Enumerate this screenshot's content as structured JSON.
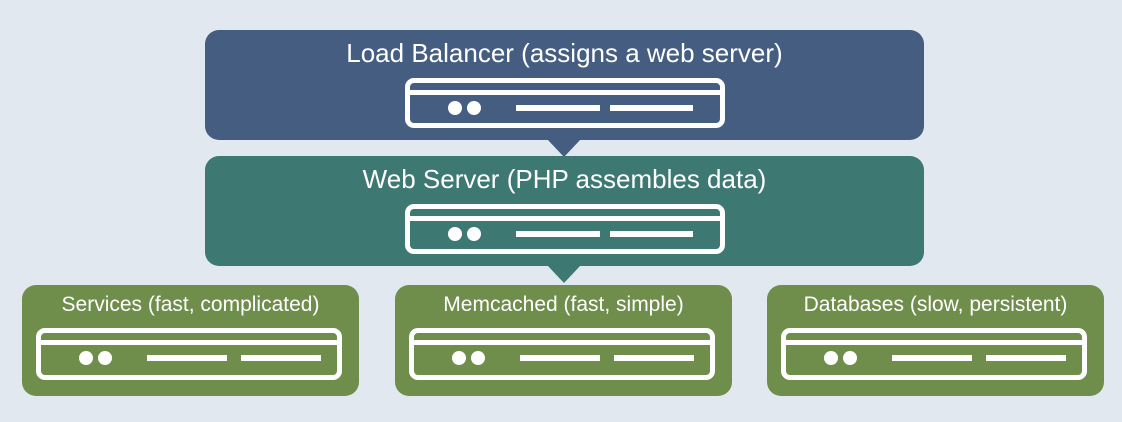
{
  "diagram": {
    "load_balancer": {
      "title": "Load Balancer (assigns a web server)",
      "color": "#445d80",
      "icon": "server-icon"
    },
    "web_server": {
      "title": "Web Server (PHP assembles data)",
      "color": "#3d7873",
      "icon": "server-icon"
    },
    "tiers": [
      {
        "title": "Services (fast, complicated)",
        "color": "#6f8e4c",
        "icon": "server-icon"
      },
      {
        "title": "Memcached (fast, simple)",
        "color": "#6f8e4c",
        "icon": "server-icon"
      },
      {
        "title": "Databases (slow, persistent)",
        "color": "#6f8e4c",
        "icon": "server-icon"
      }
    ],
    "background": "#e2e8ef"
  }
}
